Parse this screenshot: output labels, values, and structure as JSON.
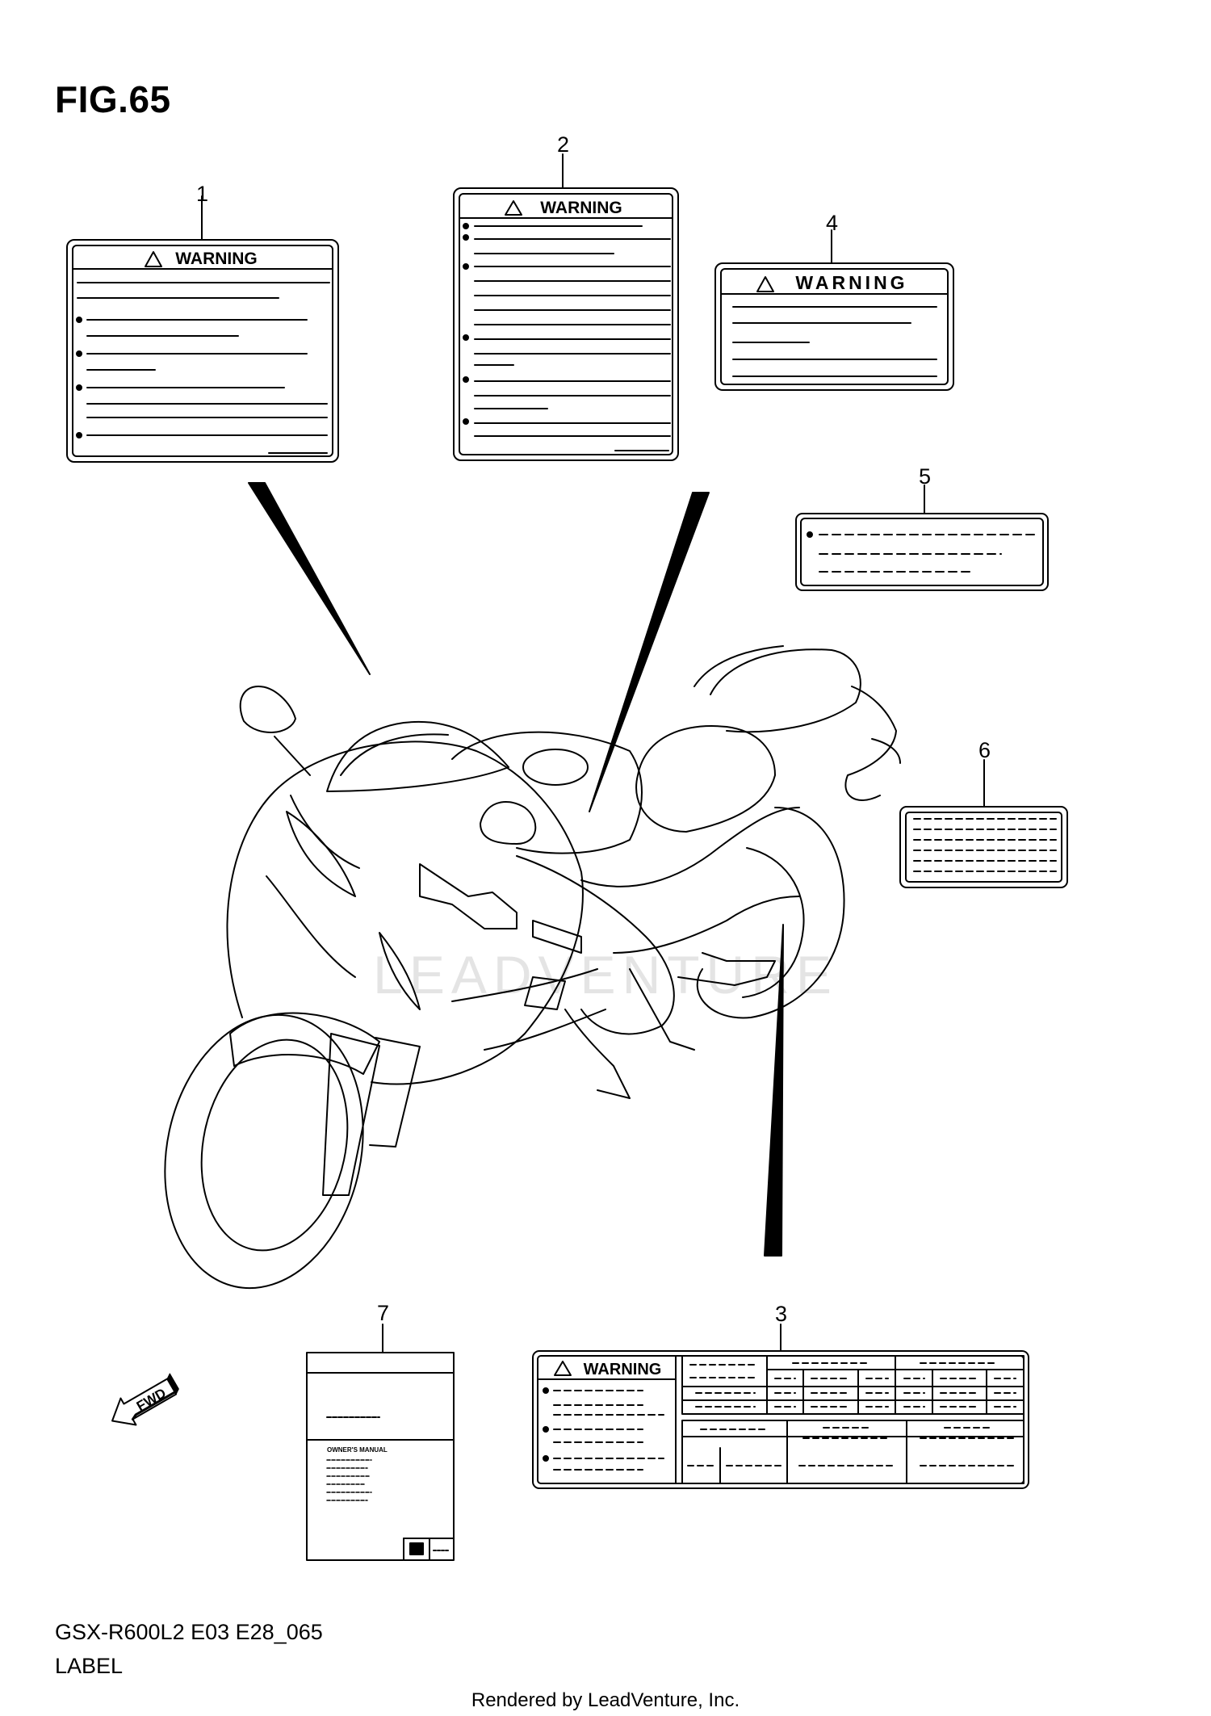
{
  "figure": {
    "title": "FIG.65",
    "model_code": "GSX-R600L2 E03 E28_065",
    "section_name": "LABEL"
  },
  "labels": {
    "warning_text": "WARNING",
    "owners_manual_text": "OWNER'S MANUAL",
    "fwd_text": "FWD"
  },
  "callouts": [
    "1",
    "2",
    "3",
    "4",
    "5",
    "6",
    "7"
  ],
  "watermark": "LEADVENTURE",
  "footer": {
    "rendered_by": "Rendered by LeadVenture, Inc."
  }
}
